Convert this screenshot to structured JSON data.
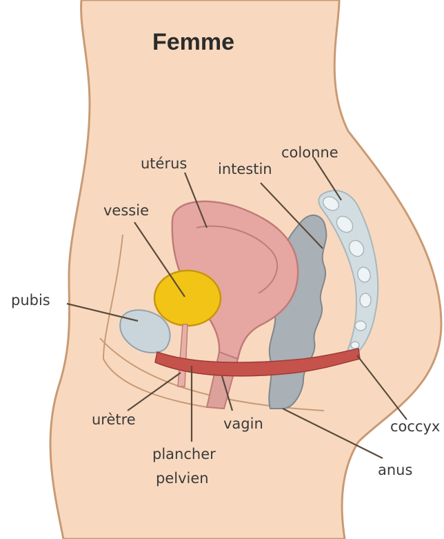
{
  "title": "Femme",
  "labels": {
    "uterus": "utérus",
    "intestin": "intestin",
    "colonne": "colonne",
    "vessie": "vessie",
    "pubis": "pubis",
    "uretre": "urètre",
    "vagin": "vagin",
    "coccyx": "coccyx",
    "plancher_line1": "plancher",
    "plancher_line2": "pelvien",
    "anus": "anus"
  },
  "colors": {
    "background": "#ffffff",
    "skin": "#f8d9bf",
    "skin_outline": "#c99a74",
    "uterus": "#e6a7a2",
    "uterus_outline": "#c07b78",
    "bladder": "#f2c416",
    "bladder_outline": "#c9950a",
    "pubis_bone": "#c9d5da",
    "spine": "#d2dde2",
    "intestine": "#a9b0b6",
    "pelvic_floor": "#c5524b"
  }
}
